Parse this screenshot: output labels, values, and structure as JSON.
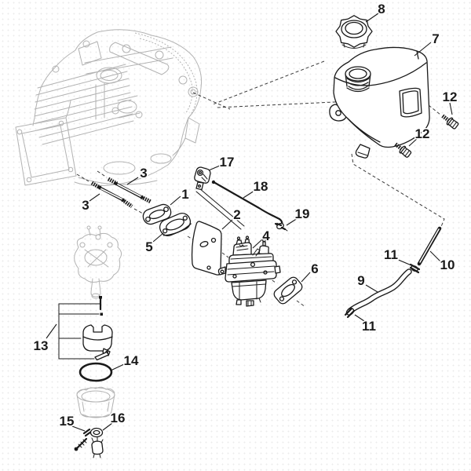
{
  "figure": {
    "kind": "exploded-parts-diagram",
    "colors": {
      "ink": "#1a1a1a",
      "ghost": "#b3b3b3",
      "paper": "#ffffff"
    }
  },
  "callouts": {
    "c1": {
      "label": "1",
      "target": "intake-gasket"
    },
    "c2": {
      "label": "2",
      "target": "heat-shield-plate"
    },
    "c3a": {
      "label": "3",
      "target": "mounting-stud"
    },
    "c3b": {
      "label": "3",
      "target": "mounting-stud"
    },
    "c4": {
      "label": "4",
      "target": "carburetor"
    },
    "c5": {
      "label": "5",
      "target": "insulator-spacer"
    },
    "c6": {
      "label": "6",
      "target": "carburetor-gasket"
    },
    "c7": {
      "label": "7",
      "target": "fuel-tank"
    },
    "c8": {
      "label": "8",
      "target": "fuel-cap"
    },
    "c9": {
      "label": "9",
      "target": "fuel-hose"
    },
    "c10": {
      "label": "10",
      "target": "fuel-pipe"
    },
    "c11a": {
      "label": "11",
      "target": "hose-clamp"
    },
    "c11b": {
      "label": "11",
      "target": "hose-clamp"
    },
    "c12a": {
      "label": "12",
      "target": "tank-screw"
    },
    "c12b": {
      "label": "12",
      "target": "tank-screw"
    },
    "c13": {
      "label": "13",
      "target": "float-kit"
    },
    "c14": {
      "label": "14",
      "target": "bowl-o-ring"
    },
    "c15": {
      "label": "15",
      "target": "bowl-screw"
    },
    "c16": {
      "label": "16",
      "target": "bowl-grommet"
    },
    "c17": {
      "label": "17",
      "target": "control-bracket"
    },
    "c18": {
      "label": "18",
      "target": "throttle-rod"
    },
    "c19": {
      "label": "19",
      "target": "rod-clip"
    }
  }
}
